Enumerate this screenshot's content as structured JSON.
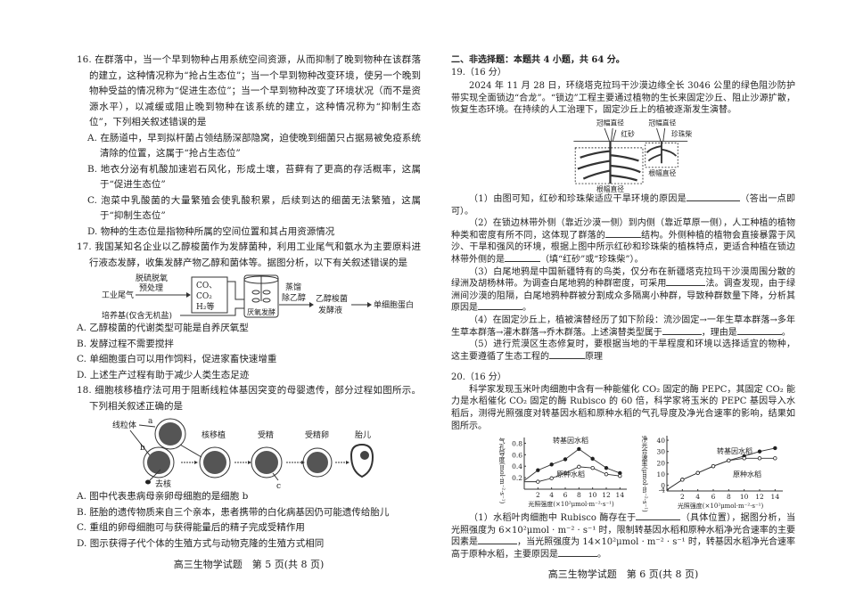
{
  "left": {
    "q16": {
      "stem": "16. 在群落中，当一个早到物种占用系统空间资源，从而抑制了晚到物种在该群落的建立，这种情况称为“抢占生态位”；当一个早到物种改变环境，使另一个晚到物种受益的情况称为“促进生态位”；当一个早到物种改变了环境状况（而不是资源水平），以减缓或阻止晚到物种在该系统的建立，这种情况称为“抑制生态位”，下列相关叙述错误的是",
      "options": [
        "A. 在肠道中，早到拟杆菌占领结肠深部隐窝，迫使晚到细菌只占据易被免疫系统清除的位置，这属于“抢占生态位”",
        "B. 地衣分泌有机酸加速岩石风化，形成土壤，苔藓有了更高的存活概率，这属于“促进生态位”",
        "C. 泡菜中乳酸菌的大量繁殖会使乳酸积累，后续到达的细菌无法繁殖，这属于“抑制生态位”",
        "D. 物种的生态位是指物种所属的空间位置和其占用资源情况"
      ]
    },
    "q17": {
      "stem": "17. 我国某知名企业以乙醇梭菌作为发酵菌种，利用工业尾气和氨水为主要原料进行液态发酵，收集发酵产物乙醇和菌体等。据图分析，以下有关叙述错误的是",
      "figure": {
        "pretreat": "脱硫脱氧",
        "pretreat2": "预处理",
        "gas": "工业尾气",
        "gas_box_1": "CO、",
        "gas_box_2": "CO₂",
        "gas_box_3": "H₂等",
        "medium": "培养基(仅含无机盐)",
        "tank": "厌氧发酵",
        "distill_1": "蒸馏",
        "distill_2": "除乙醇",
        "waste_1": "乙醇梭菌",
        "waste_2": "发酵液",
        "product": "单细胞蛋白"
      },
      "options": [
        "A. 乙醇梭菌的代谢类型可能是自养厌氧型",
        "B. 发酵过程不需要搅拌",
        "C. 单细胞蛋白可以用作饲料，促进家畜快速增重",
        "D. 上述生产过程有助于减少人类生态足迹"
      ]
    },
    "q18": {
      "stem": "18. 细胞核移植疗法可用于阻断线粒体基因突变的母婴遗传，部分过程如图所示。下列相关叙述正确的是",
      "figure": {
        "mito": "线粒体",
        "a": "a",
        "b": "b",
        "c": "c",
        "enucleate": "去核",
        "transfer": "核移植",
        "fertilize": "受精",
        "zygote": "受精卵",
        "fetus": "胎儿"
      },
      "options": [
        "A. 图中代表患病母亲卵母细胞的是细胞 b",
        "B. 胚胎的遗传物质来自三个亲本，患者携带的白化病基因仍可能遗传给胎儿",
        "C. 重组的卵母细胞可与获得能量后的精子完成受精作用",
        "D. 图示获得子代个体的生殖方式与动物克隆的生殖方式相同"
      ]
    },
    "footer": "高三生物学试题　第 5 页(共 8 页)"
  },
  "right": {
    "section": "二、非选择题：本题共 4 小题，共 64 分。",
    "q19": {
      "head": "19.（16 分）",
      "intro": "2024 年 11 月 28 日，环绕塔克拉玛干沙漠边缘全长 3046 公里的绿色阻沙防护带实现全面锁边“合龙”。“锁边”工程主要通过植物的生长来固定沙丘、阻止沙源扩散，恢复生态环境。在持续的人工治理下，固定沙丘上的植被逐渐发生演替。",
      "figure": {
        "crown1": "冠幅直径",
        "crown2": "冠幅直径",
        "plant1": "红砂",
        "plant2": "珍珠柴",
        "root1": "根幅直径",
        "root2": "根幅直径"
      },
      "p1a": "（1）由图可知，红砂和珍珠柴适应干旱环境的原因是",
      "p1b": "（答出一点即可）。",
      "p2a": "（2）在锁边林带外侧（靠近沙漠一侧）到内侧（靠近草原一侧），人工种植的植物种类和密度有所不同，这体现了群落的",
      "p2b": "结构。外侧种植的植物会直接暴露于风沙、干旱和强风的环境，根据上图中所示红砂和珍珠柴的植株特点，更适合种植在锁边林带外侧的是",
      "p2c": "（填“红砂”或“珍珠柴”）。",
      "p3a": "（3）白尾地鸦是中国新疆特有的鸟类，仅分布在新疆塔克拉玛干沙漠周围分散的绿洲及胡杨林带。为调查白尾地鸦的种群密度，可采用",
      "p3b": "法。调查发现，由于绿洲间沙漠的阻隔，白尾地鸦种群被分割成众多隔离小种群，导致种群数量下降，分析其原因是",
      "p3c": "。",
      "p4a": "（4）在固定沙丘上，植被演替经历了如下阶段：流沙固定→一年生草本群落→多年生草本群落→灌木群落→乔木群落。上述演替类型属于",
      "p4b": "，理由是",
      "p4c": "。",
      "p5a": "（5）进行荒漠区生态修复时，要根据当地的干旱程度和环境以选择适宜的物种，这主要遵循了生态工程的",
      "p5b": "原理"
    },
    "q20": {
      "head": "20.（16 分）",
      "intro": "科学家发现玉米叶肉细胞中含有一种能催化 CO₂ 固定的酶 PEPC，其固定 CO₂ 能力是水稻催化 CO₂ 固定的酶 Rubisco 的 60 倍，科学家将玉米的 PEPC 基因导入水稻后，测得光照强度对转基因水稻和原种水稻的气孔导度及净光合速率的影响，结果如图所示。",
      "p1a": "（1）水稻叶肉细胞中 Rubisco 酶存在于",
      "p1b": "（具体位置），据图分析，当光照强度为 6×10²μmol · m⁻² · s⁻¹ 时，限制转基因水稻和原种水稻净光合速率的主要因素是",
      "p1c": "，当光照强度为 14×10²μmol · m⁻² · s⁻¹ 时，转基因水稻净光合速率高于原种水稻，主要原因是",
      "p1d": "。"
    },
    "footer": "高三生物学试题　第 6 页(共 8 页)"
  },
  "chart_data": [
    {
      "type": "line",
      "ylabel": "气孔导度(mol·m⁻²·s⁻¹)",
      "xlabel": "光照强度(×10²μmol·m⁻²·s⁻¹)",
      "x": [
        0,
        2,
        4,
        6,
        8,
        10,
        12,
        14
      ],
      "xticks": [
        "2",
        "4",
        "6",
        "8",
        "10",
        "12",
        "14"
      ],
      "yticks": [
        "0.2",
        "0.4",
        "0.6",
        "0.8"
      ],
      "ylim": [
        0,
        0.9
      ],
      "xlim": [
        0,
        15
      ],
      "series": [
        {
          "name": "转基因水稻",
          "marker": "filled",
          "values": [
            0.15,
            0.33,
            0.43,
            0.52,
            0.7,
            0.53,
            0.37,
            0.28
          ]
        },
        {
          "name": "原种水稻",
          "marker": "open",
          "values": [
            0.13,
            0.13,
            0.19,
            0.28,
            0.39,
            0.37,
            0.26,
            0.23
          ]
        }
      ]
    },
    {
      "type": "line",
      "ylabel": "净光合速率(μmol·m⁻²·s⁻¹)",
      "xlabel": "光照强度(×10²μmol·m⁻²·s⁻¹)",
      "x": [
        0,
        2,
        4,
        6,
        8,
        10,
        12,
        14
      ],
      "xticks": [
        "2",
        "4",
        "6",
        "8",
        "10",
        "12",
        "14"
      ],
      "yticks": [
        "-4",
        "0",
        "10",
        "20",
        "30",
        "40"
      ],
      "ylim": [
        -5,
        44
      ],
      "xlim": [
        0,
        15
      ],
      "series": [
        {
          "name": "转基因水稻",
          "marker": "filled",
          "values": [
            -4,
            5,
            11,
            17,
            22,
            26,
            30,
            33
          ]
        },
        {
          "name": "原种水稻",
          "marker": "open",
          "values": [
            -4,
            5,
            11,
            17,
            22,
            24,
            24,
            24
          ]
        }
      ]
    }
  ]
}
